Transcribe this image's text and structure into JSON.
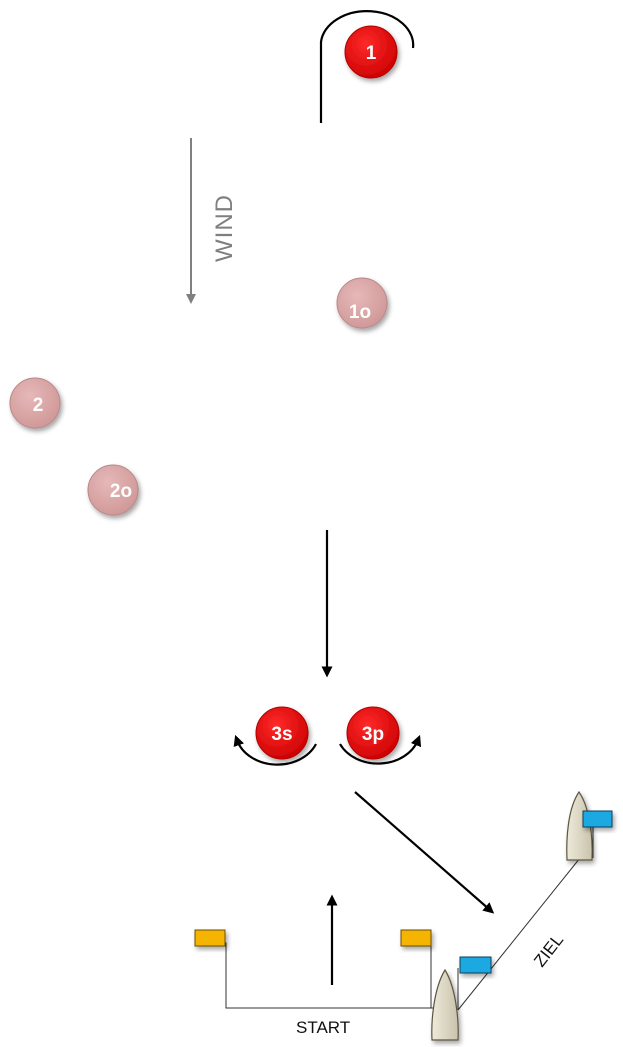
{
  "wind": {
    "label": "WIND",
    "color": "#808080"
  },
  "marks": {
    "mark_1": {
      "label": "1",
      "color": "#e60000"
    },
    "mark_1o": {
      "label": "1o",
      "color": "#d9a3a3"
    },
    "mark_2": {
      "label": "2",
      "color": "#d9a3a3"
    },
    "mark_2o": {
      "label": "2o",
      "color": "#d9a3a3"
    },
    "mark_3s": {
      "label": "3s",
      "color": "#e60000"
    },
    "mark_3p": {
      "label": "3p",
      "color": "#e60000"
    }
  },
  "start_line": {
    "label": "START",
    "flag_color": "#f5b400"
  },
  "finish_line": {
    "label": "ZIEL",
    "flag_color": "#1fa8e0"
  },
  "boat_color": "#ddd8c6"
}
